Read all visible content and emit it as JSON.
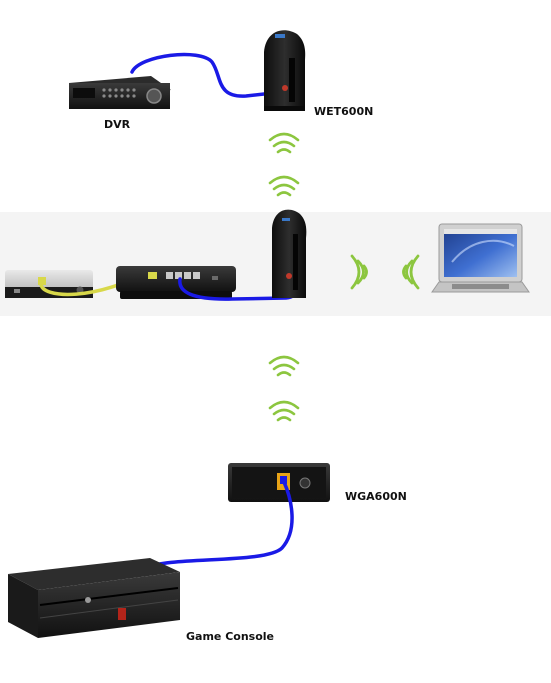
{
  "labels": {
    "dvr": "DVR",
    "wet600n_top": "WET600N",
    "wga600n": "WGA600N",
    "game_console": "Game Console"
  },
  "colors": {
    "ethernet_cable": "#1a1ae6",
    "yellow_cable": "#d8d84a",
    "wifi_waves": "#8cc63f",
    "device_body": "#1b1b1b",
    "band_background": "#f4f4f4"
  },
  "icons": {
    "dvr": "dvr-device",
    "bridge": "wireless-bridge-tower",
    "router": "router-box",
    "modem": "cable-modem",
    "laptop": "laptop",
    "game_adapter": "wireless-game-adapter",
    "console": "game-console",
    "wifi": "wifi-signal-arcs"
  }
}
